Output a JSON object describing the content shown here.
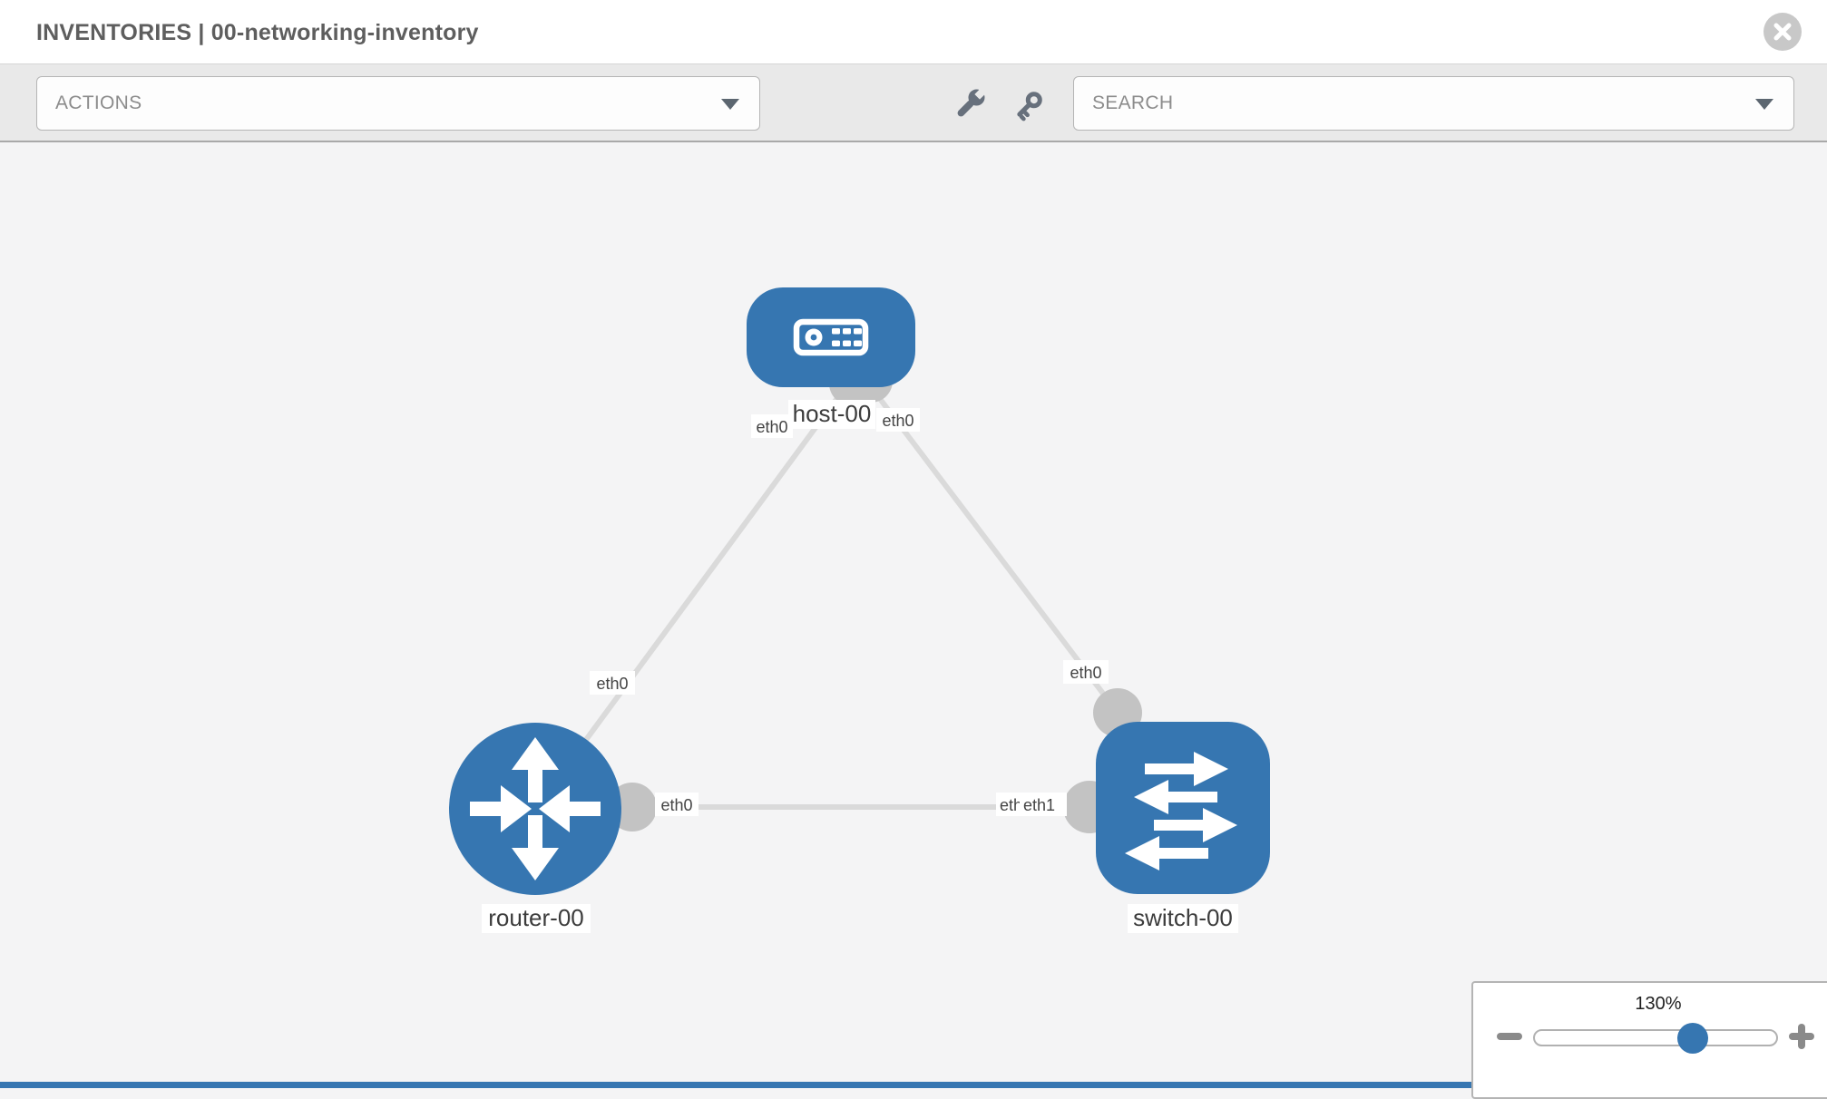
{
  "header": {
    "title": "INVENTORIES | 00-networking-inventory",
    "close_icon": "x-circle-icon"
  },
  "toolbar": {
    "actions_label": "ACTIONS",
    "search_placeholder": "SEARCH",
    "wrench_icon": "wrench-icon",
    "key_icon": "key-icon",
    "dropdown_icon": "chevron-down-icon"
  },
  "topology": {
    "nodes": [
      {
        "id": "host-00",
        "type": "host",
        "label": "host-00"
      },
      {
        "id": "router-00",
        "type": "router",
        "label": "router-00"
      },
      {
        "id": "switch-00",
        "type": "switch",
        "label": "switch-00"
      }
    ],
    "links": [
      {
        "from": "host-00",
        "to": "router-00",
        "from_interface": "eth0",
        "to_interface": "eth0"
      },
      {
        "from": "host-00",
        "to": "switch-00",
        "from_interface": "eth0",
        "to_interface": "eth0"
      },
      {
        "from": "router-00",
        "to": "switch-00",
        "from_interface": "eth0",
        "to_interface": "eth1"
      }
    ],
    "interfaces": {
      "host_left": "eth0",
      "host_right": "eth0",
      "router_upper": "eth0",
      "switch_upper": "eth0",
      "router_mid": "eth0",
      "switch_mid_back": "eth0",
      "switch_mid_front": "eth1"
    }
  },
  "zoom_control": {
    "level": "130%",
    "minus_icon": "minus-icon",
    "plus_icon": "plus-icon",
    "percent_value": 130
  },
  "colors": {
    "node_blue": "#3676b1",
    "link_gray": "#dadada",
    "interface_gray": "#c3c3c3",
    "toolbar_bg": "#e9e9e9",
    "canvas_bg": "#f4f4f5"
  }
}
